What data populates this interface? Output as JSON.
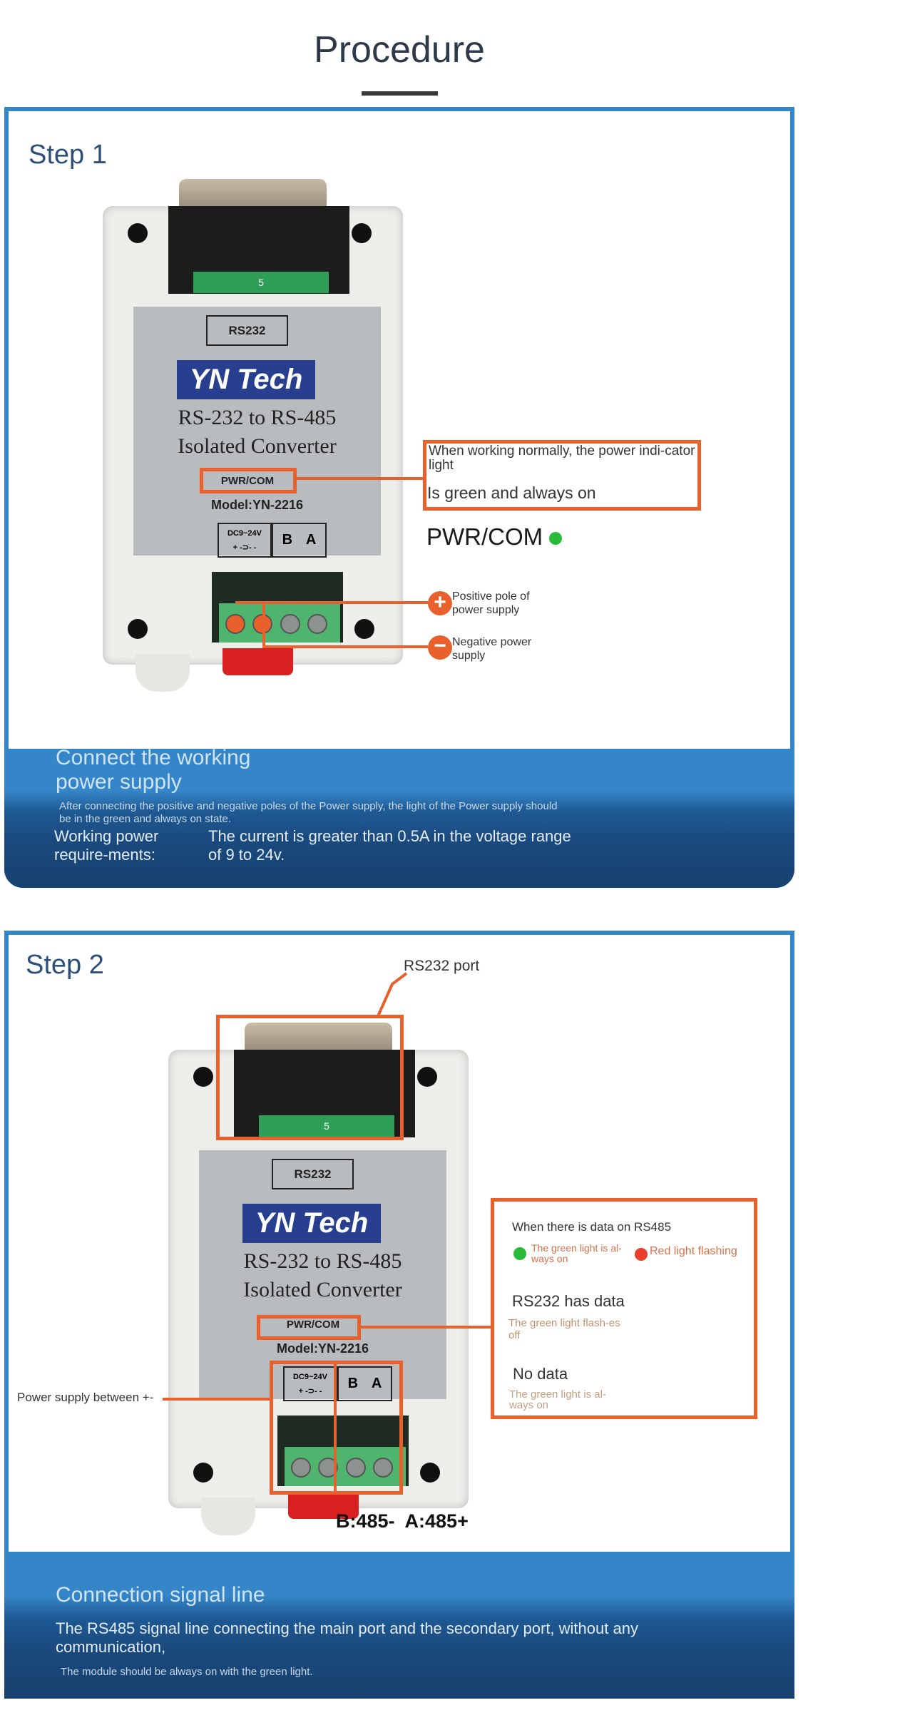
{
  "page_title": "Procedure",
  "device": {
    "port_number": "5",
    "rs232_label": "RS232",
    "brand": "YN Tech",
    "line1": "RS-232 to RS-485",
    "line2": "Isolated Converter",
    "pwr_label": "PWR/COM",
    "model": "Model:YN-2216",
    "dc_label": "DC9~24V",
    "dc_symbol": "+ -⊃- -",
    "ba_label": "B A"
  },
  "step1": {
    "label": "Step 1",
    "callout_line1": "When working normally, the power indi-cator light",
    "callout_line2": "Is green and always on",
    "indicator_label": "PWR/COM",
    "positive_label": "Positive pole of power supply",
    "negative_label": "Negative power supply",
    "footer_title": "Connect the working power supply",
    "footer_note": "After connecting the positive and negative poles of the Power supply, the light of the Power supply should be in the green and always on state.",
    "req_label": "Working power require-ments:",
    "req_value": "The current is greater than 0.5A in the voltage range of 9 to 24v."
  },
  "step2": {
    "label": "Step 2",
    "port_label": "RS232 port",
    "rs485_heading": "When there is data on RS485",
    "green_always_on": "The green light is al-ways on",
    "red_flashing": "Red light flashing",
    "rs232_heading": "RS232 has data",
    "green_flashes_off": "The green light flash-es off",
    "nodata_heading": "No data",
    "nodata_green": "The green light is al-ways on",
    "power_between": "Power supply between +-",
    "terminal_labels": "B:485-  A:485+",
    "footer_title": "Connection signal line",
    "footer_body": "The RS485 signal line connecting the main port and the secondary port, without any communication,",
    "footer_note": "The module should be always on with the green light."
  },
  "colors": {
    "accent": "#e8602c",
    "blue": "#3586c8",
    "green": "#2bbb3a",
    "red": "#e8402c"
  }
}
